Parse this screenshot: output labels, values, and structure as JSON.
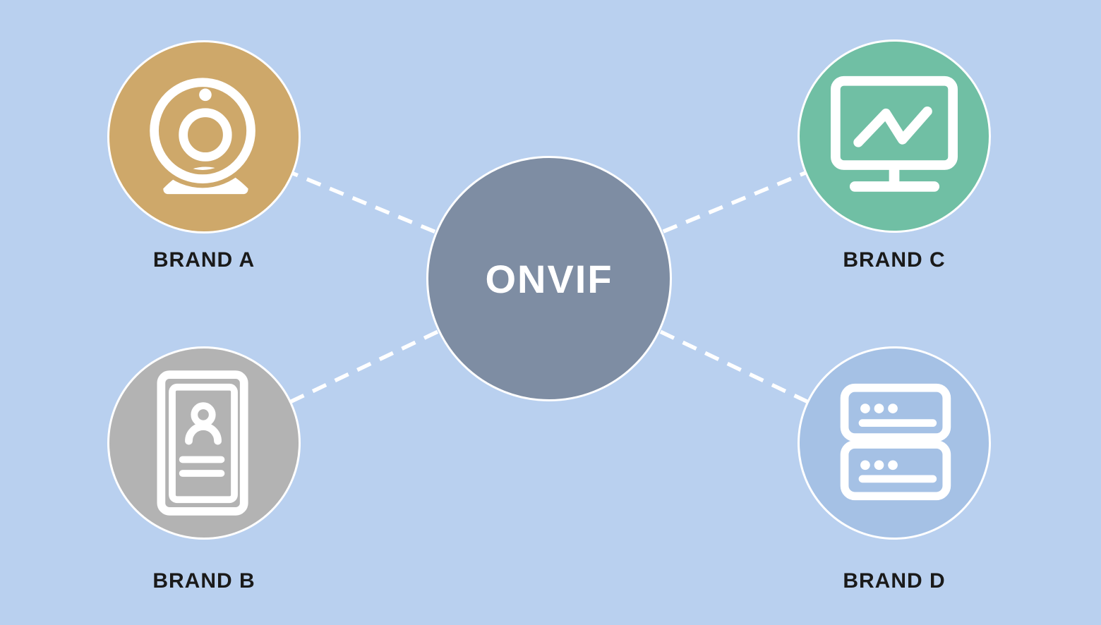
{
  "diagram": {
    "background_color": "#b9d0ef",
    "label_color": "#1a1a1a",
    "hub": {
      "label": "ONVIF",
      "color": "#7e8da3",
      "text_color": "#ffffff",
      "border_color": "#ffffff"
    },
    "nodes": [
      {
        "id": "brand-a",
        "label": "BRAND A",
        "color": "#cea86a",
        "icon": "webcam-icon",
        "position": "top-left"
      },
      {
        "id": "brand-b",
        "label": "BRAND B",
        "color": "#b3b3b3",
        "icon": "door-station-icon",
        "position": "bottom-left"
      },
      {
        "id": "brand-c",
        "label": "BRAND C",
        "color": "#70bfa4",
        "icon": "monitor-icon",
        "position": "top-right"
      },
      {
        "id": "brand-d",
        "label": "BRAND D",
        "color": "#a5c1e5",
        "icon": "server-icon",
        "position": "bottom-right"
      }
    ],
    "connections": [
      {
        "from": "hub",
        "to": "brand-a"
      },
      {
        "from": "hub",
        "to": "brand-b"
      },
      {
        "from": "hub",
        "to": "brand-c"
      },
      {
        "from": "hub",
        "to": "brand-d"
      }
    ],
    "connection_style": {
      "color": "#ffffff",
      "dash": "21 14",
      "width": 5.5
    }
  }
}
